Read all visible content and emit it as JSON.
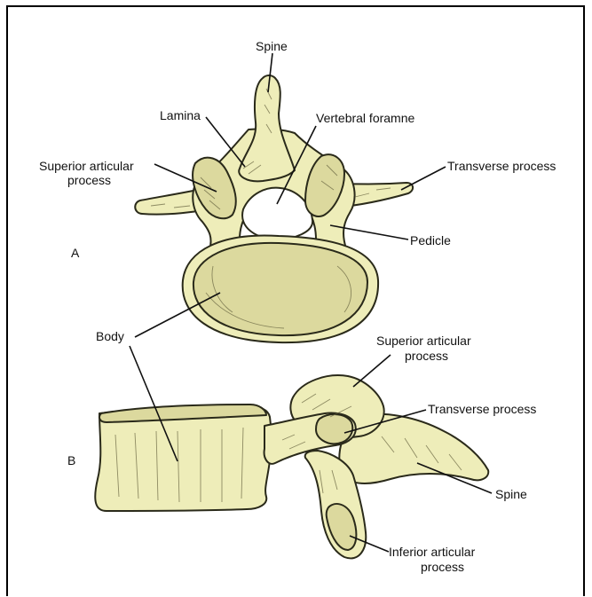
{
  "colors": {
    "bone_fill": "#eeedb9",
    "bone_shade": "#dcd99e",
    "outline": "#2a2a1a",
    "label": "#111111"
  },
  "view_a": {
    "letter": "A",
    "labels": {
      "spine": "Spine",
      "lamina": "Lamina",
      "vertebral_foramen": "Vertebral foramne",
      "superior_articular_1": "Superior articular",
      "superior_articular_2": "process",
      "transverse_process": "Transverse process",
      "pedicle": "Pedicle",
      "body": "Body"
    }
  },
  "view_b": {
    "letter": "B",
    "labels": {
      "superior_articular_1": "Superior articular",
      "superior_articular_2": "process",
      "transverse_process": "Transverse process",
      "spine": "Spine",
      "inferior_articular_1": "Inferior articular",
      "inferior_articular_2": "process"
    }
  }
}
